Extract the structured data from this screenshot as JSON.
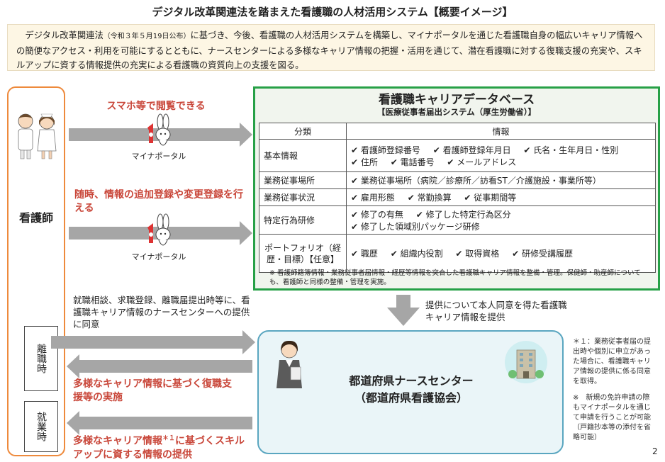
{
  "title": "デジタル改革関連法を踏まえた看護職の人材活用システム【概要イメージ】",
  "intro": {
    "part1": "デジタル改革関連法",
    "part2": "（令和３年５月19日公布）",
    "part3": "に基づき、今後、看護職の人材活用システムを構築し、マイナポータルを通じた看護職自身の幅広いキャリア情報への簡便なアクセス・利用を可能にするとともに、ナースセンターによる多様なキャリア情報の把握・活用を通じて、潜在看護職に対する復職支援の充実や、スキルアップに資する情報提供の充実による看護職の資質向上の支援を図る。"
  },
  "nurse": {
    "label": "看護師"
  },
  "flows": {
    "browse": "スマホ等で閲覧できる",
    "register": "随時、情報の追加登録や変更登録を行える",
    "portal1": "マイナポータル",
    "portal2": "マイナポータル",
    "consent": "就職相談、求職登録、離職届提出時等に、看護職キャリア情報のナースセンターへの提供に同意",
    "reemploy": "多様なキャリア情報に基づく復職支援等の実施",
    "skillup_a": "多様なキャリア情報",
    "skillup_sup": "＊１",
    "skillup_b": "に基づくスキルアップに資する情報の提供",
    "provide": "提供について本人同意を得た看護職キャリア情報を提供"
  },
  "status": {
    "leave": "離職時",
    "employed": "就業時"
  },
  "database": {
    "title": "看護職キャリアデータベース",
    "subtitle": "【医療従事者届出システム（厚生労働省）】",
    "col_category": "分類",
    "col_info": "情報",
    "rows": [
      {
        "category": "基本情報",
        "items": [
          "✔ 看護師登録番号",
          "✔ 看護師登録年月日",
          "✔ 氏名・生年月日・性別",
          "✔ 住所",
          "✔ 電話番号",
          "✔ メールアドレス"
        ]
      },
      {
        "category": "業務従事場所",
        "items": [
          "✔ 業務従事場所（病院／診療所／訪看ST／介護施設・事業所等）"
        ]
      },
      {
        "category": "業務従事状況",
        "items": [
          "✔ 雇用形態",
          "✔ 常勤換算",
          "✔ 従事期間等"
        ]
      },
      {
        "category": "特定行為研修",
        "items": [
          "✔ 修了の有無",
          "✔ 修了した特定行為区分",
          "✔ 修了した領域別パッケージ研修"
        ]
      },
      {
        "category": "ポートフォリオ（経歴・目標）【任意】",
        "items": [
          "✔ 職歴",
          "✔ 組織内役割",
          "✔ 取得資格",
          "✔ 研修受講履歴"
        ]
      }
    ],
    "note": "※ 看護師籍簿情報・業務従事者届情報・経歴等情報を突合した看護職キャリア情報を整備・管理。保健師・助産師についても、看護師と同様の整備・管理を実施。"
  },
  "center": {
    "name_line1": "都道府県ナースセンター",
    "name_line2": "（都道府県看護協会）"
  },
  "notes": {
    "note1": "＊１：業務従事者届の提出時や個別に申立があった場合に、看護職キャリア情報の提供に係る同意を取得。",
    "note2": "※　新規の免許申請の際もマイナポータルを通じて申請を行うことが可能（戸籍抄本等の添付を省略可能）"
  },
  "page_number": "2",
  "colors": {
    "accent_orange": "#ee8a3c",
    "accent_green": "#27a047",
    "accent_red": "#c9473a",
    "arrow_gray": "#a6a6a6",
    "center_blue": "#5aa6c0"
  }
}
